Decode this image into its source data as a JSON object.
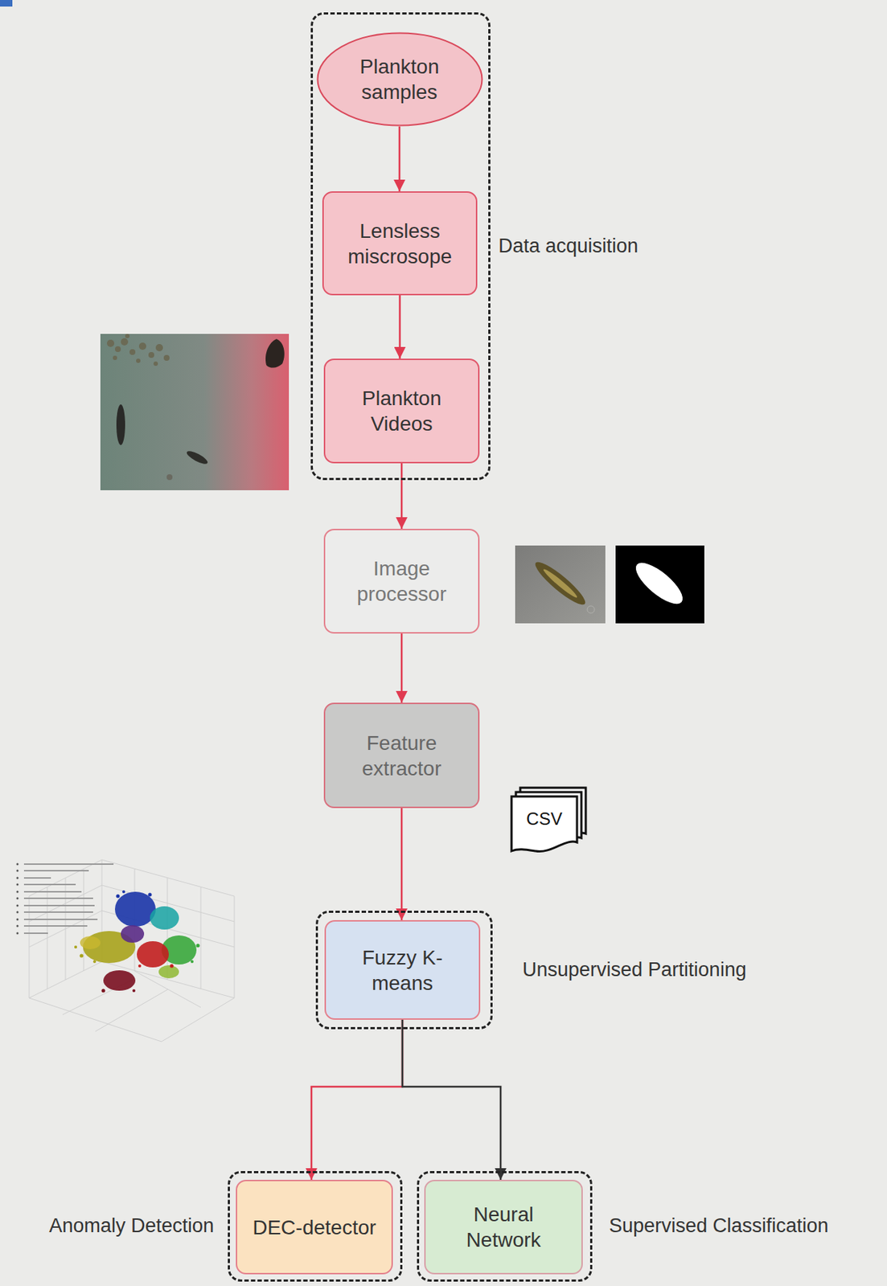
{
  "diagram": {
    "nodes": [
      {
        "text": [
          "Data acquisition"
        ]
      },
      {
        "text": [
          "Plankton samples"
        ],
        "in": 0
      },
      {
        "text": [
          "Lensless miscrosope"
        ],
        "in": 0
      },
      {
        "text": [
          "Plankton Videos"
        ],
        "in": 0
      },
      {
        "text": [
          "Image processor"
        ]
      },
      {
        "text": [
          "Feature extractor"
        ]
      },
      {
        "text": [
          "Unsupervised Partitioning"
        ]
      },
      {
        "text": [
          "Fuzzy K-means"
        ],
        "in": 6
      },
      {
        "text": [
          "Anomaly Detection"
        ]
      },
      {
        "text": [
          "DEC-detector"
        ],
        "in": 8
      },
      {
        "text": [
          "Supervised Classification"
        ]
      },
      {
        "text": [
          "Neural Network"
        ],
        "in": 10
      }
    ],
    "edges": [
      {
        "from": 1,
        "to": 2,
        "arrow": "to"
      },
      {
        "from": 2,
        "to": 3,
        "arrow": "to"
      },
      {
        "from": 3,
        "to": 4,
        "arrow": "to"
      },
      {
        "from": 4,
        "to": 5,
        "arrow": "to"
      },
      {
        "from": 5,
        "to": 7,
        "arrow": "to"
      },
      {
        "from": 7,
        "to": 9,
        "arrow": "to"
      },
      {
        "from": 7,
        "to": 11,
        "arrow": "to"
      }
    ],
    "labels": [
      "CSV"
    ]
  }
}
